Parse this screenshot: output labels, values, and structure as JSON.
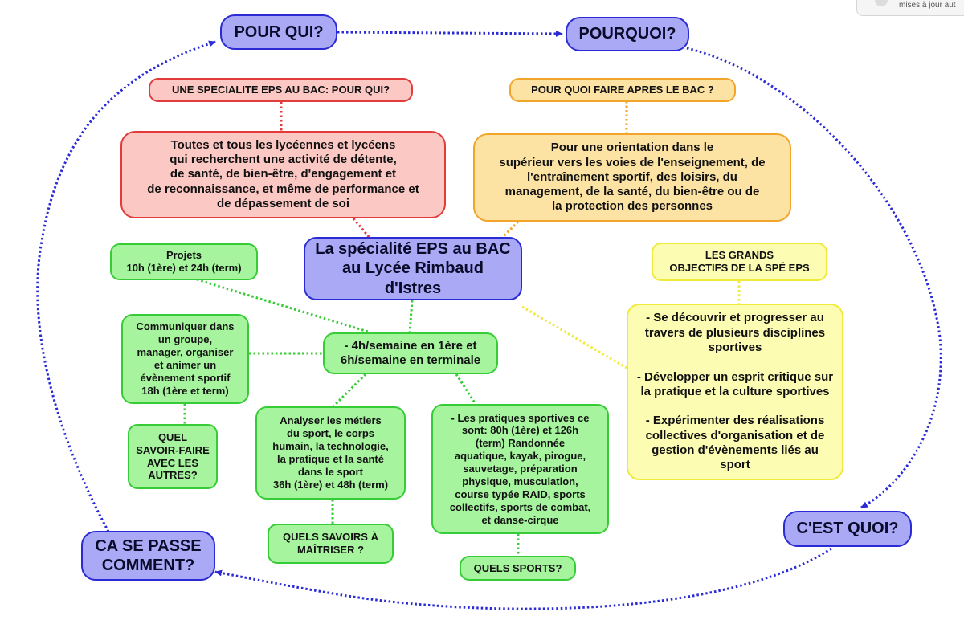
{
  "status_text": "mises à jour aut",
  "nodes": {
    "pour_qui": "POUR QUI?",
    "pourquoi": "POURQUOI?",
    "cest_quoi": "C'EST QUOI?",
    "ca_se_passe": "CA SE PASSE\nCOMMENT?",
    "center": "La spécialité EPS au BAC\nau Lycée Rimbaud\nd'Istres",
    "spe_pour_qui": "UNE SPECIALITE EPS AU BAC: POUR QUI?",
    "tous": "Toutes et tous les lycéennes et lycéens\nqui recherchent une activité de détente,\nde santé, de bien-être, d'engagement et\nde reconnaissance, et même de performance et\nde dépassement de soi",
    "apres_bac": "POUR QUOI FAIRE APRES LE BAC ?",
    "orientation": "Pour une orientation dans le\nsupérieur vers les voies de l'enseignement, de\nl'entraînement sportif, des loisirs, du\nmanagement, de la santé, du bien-être ou de\nla protection des personnes",
    "objectifs_title": "LES GRANDS\nOBJECTIFS DE LA SPÉ EPS",
    "objectifs": "- Se découvrir et progresser au\ntravers de plusieurs disciplines\nsportives\n\n- Développer un esprit critique sur\nla pratique et la culture sportives\n\n- Expérimenter des réalisations\ncollectives d'organisation et de\ngestion d'évènements liés au\nsport",
    "projets": "Projets\n10h (1ère) et 24h (term)",
    "heures": "- 4h/semaine en 1ère et\n6h/semaine en terminale",
    "communiquer": "Communiquer dans\nun groupe,\nmanager, organiser\net animer un\névènement sportif\n18h (1ère et term)",
    "savoir_faire": "QUEL\nSAVOIR-FAIRE\nAVEC LES\nAUTRES?",
    "analyser": "Analyser les métiers\ndu sport, le corps\nhumain, la technologie,\nla pratique et la santé\ndans le sport\n36h (1ère) et 48h (term)",
    "savoirs": "QUELS SAVOIRS À\nMAÎTRISER ?",
    "pratiques": "- Les pratiques sportives ce\nsont: 80h (1ère) et 126h\n(term) Randonnée\naquatique, kayak, pirogue,\nsauvetage, préparation\nphysique, musculation,\ncourse typée RAID, sports\ncollectifs, sports de combat,\net danse-cirque",
    "sports": "QUELS SPORTS?"
  },
  "colors": {
    "blue": "#2b2bd6",
    "red": "#e33b3b",
    "orange": "#f2a52b",
    "yellow": "#f0ea3a",
    "green": "#36cc36"
  }
}
